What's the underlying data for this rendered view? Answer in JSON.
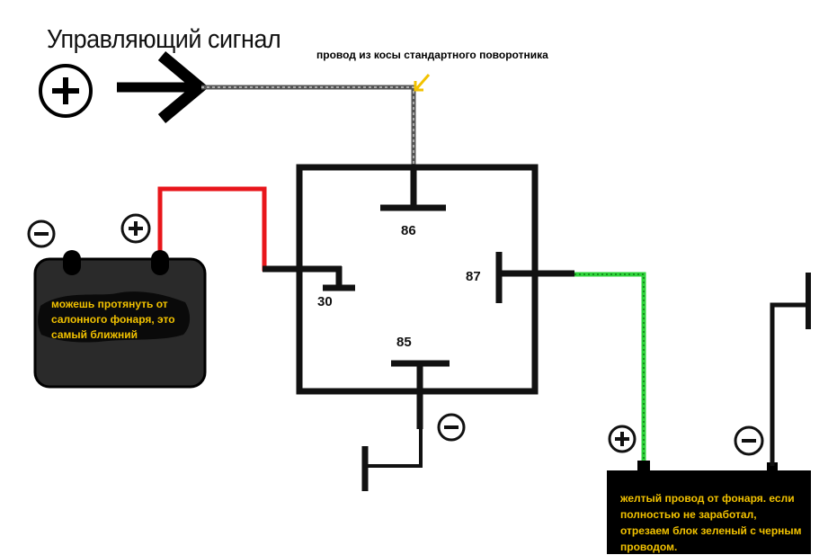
{
  "title": "Управляющий сигнал",
  "notes": {
    "top": "провод из косы стандартного поворотника",
    "battery": "можешь протянуть от салонного фонаря, это самый ближний",
    "lamp": "желтый провод от фонаря. если полностью не заработал, отрезаем блок зеленый с черным проводом."
  },
  "relay": {
    "pins": [
      "86",
      "87",
      "30",
      "85"
    ]
  },
  "colors": {
    "battery_positive_wire": "#e8161b",
    "output_wire": "#2fd33b",
    "signal_wire": "#555555",
    "arrow_marker": "#f2c200",
    "note_text": "#f2c200"
  }
}
